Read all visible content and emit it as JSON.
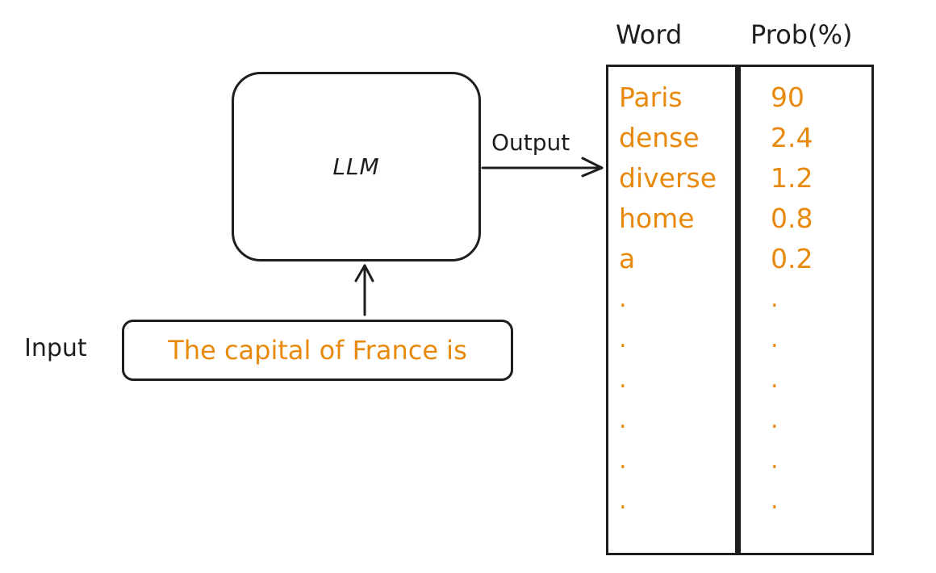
{
  "diagram": {
    "llm_label": "LLM",
    "input_label": "Input",
    "input_text": "The capital of France is",
    "output_label": "Output",
    "table": {
      "header_word": "Word",
      "header_prob": "Prob(%)",
      "words": [
        "Paris",
        "dense",
        "diverse",
        "home",
        "a"
      ],
      "probs": [
        "90",
        "2.4",
        "1.2",
        "0.8",
        "0.2"
      ],
      "ellipsis": [
        ".",
        ".",
        ".",
        ".",
        ".",
        "."
      ]
    },
    "colors": {
      "stroke": "#1e1e1e",
      "highlight": "#e8890c"
    }
  }
}
